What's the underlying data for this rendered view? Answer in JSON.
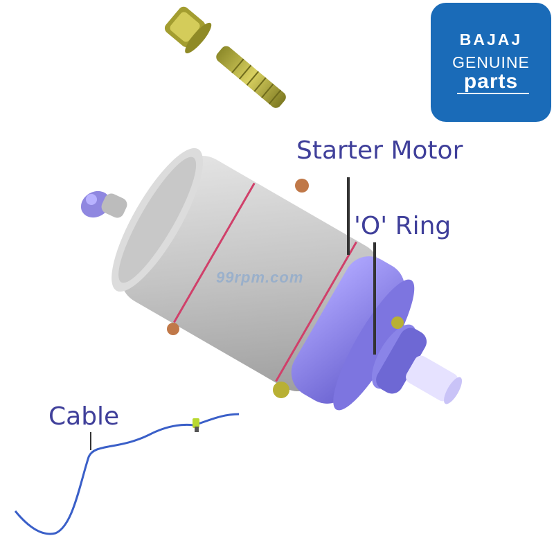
{
  "labels": {
    "starter_motor": "Starter Motor",
    "o_ring": "'O' Ring",
    "cable": "Cable"
  },
  "brand": {
    "line1": "BAJAJ",
    "line2": "GENUINE",
    "line3": "parts",
    "color": "#1a6bb8"
  },
  "watermark": "99rpm.com",
  "colors": {
    "label_text": "#3f3f9a",
    "leader_line": "#333333",
    "motor_body": "#c9c9c9",
    "motor_accent": "#d0406a",
    "end_cap": "#8a84e8",
    "bolt": "#b8b034",
    "cable": "#3a5fc8"
  }
}
